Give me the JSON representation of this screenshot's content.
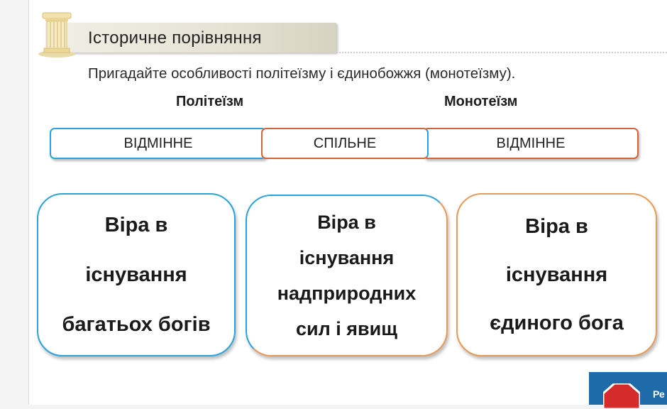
{
  "header": {
    "title": "Історичне порівняння"
  },
  "instruction": "Пригадайте особливості політеїзму і єдинобожжя (монотеїзму).",
  "labels": {
    "polytheism": "Політеїзм",
    "monotheism": "Монотеїзм"
  },
  "bars": {
    "left": "ВІДМІННЕ",
    "middle": "СПІЛЬНЕ",
    "right": "ВІДМІННЕ"
  },
  "cards": {
    "left": [
      "Віра в",
      "існування",
      "багатьох богів"
    ],
    "middle": [
      "Віра в",
      "існування",
      "надприродних",
      "сил і явищ"
    ],
    "right": [
      "Віра в",
      "існування",
      "єдиного бога"
    ]
  },
  "logo": {
    "text": "Ре"
  },
  "colors": {
    "blue": "#2aa3dc",
    "orange": "#d5643b",
    "light_orange": "#e89a55",
    "logo_blue": "#1f6aa8",
    "logo_red": "#d62b2b"
  },
  "icons": {
    "header": "greek-column-icon",
    "logo": "octagon-logo-icon"
  }
}
